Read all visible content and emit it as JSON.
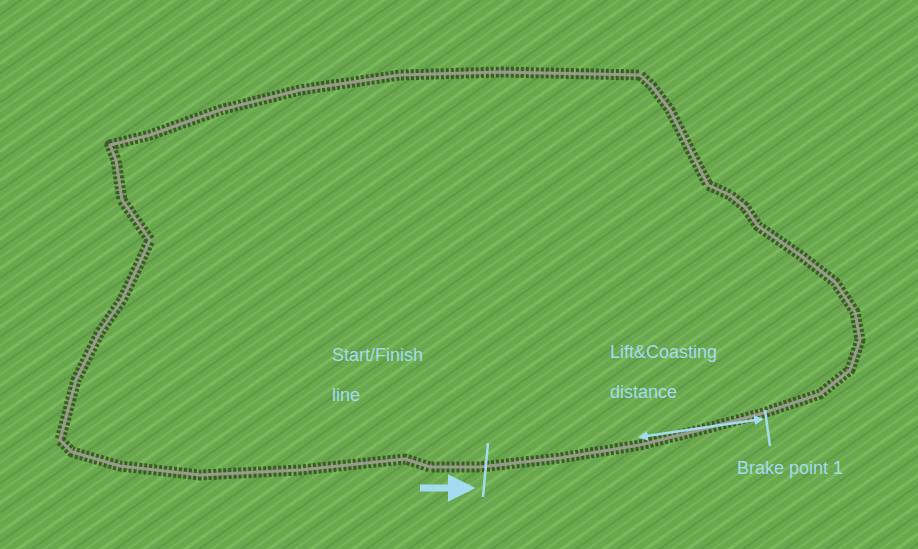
{
  "diagram": {
    "labels": [
      "Start/Finish line",
      "Lift&Coasting distance",
      "Brake point 1"
    ]
  }
}
